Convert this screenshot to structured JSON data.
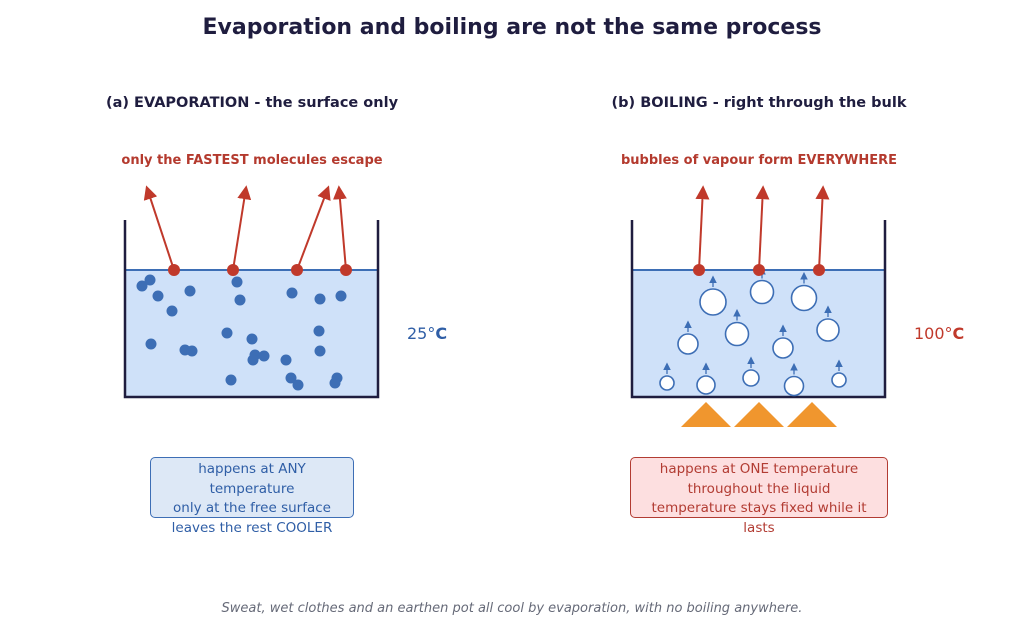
{
  "title": "Evaporation and boiling are not the same process",
  "evaporation": {
    "heading": "(a) EVAPORATION - the surface only",
    "subtitle": "only the FASTEST molecules escape",
    "temperature": {
      "value": "25°",
      "unit": "C",
      "color": "#2f5ea6"
    },
    "notes": [
      "happens at ANY temperature",
      "only at the free surface",
      "leaves the rest COOLER"
    ]
  },
  "boiling": {
    "heading": "(b) BOILING - right through the bulk",
    "subtitle": "bubbles of vapour form EVERYWHERE",
    "temperature": {
      "value": "100°",
      "unit": "C",
      "color": "#c0392b"
    },
    "notes": [
      "happens at ONE temperature",
      "throughout the liquid",
      "temperature stays fixed while it lasts"
    ]
  },
  "footer": "Sweat, wet clothes and an earthen pot all cool by evaporation, with no boiling anywhere.",
  "colors": {
    "liquid": "#cfe1f9",
    "molecule": "#3d6eb5",
    "escape": "#c0392b",
    "flame": "#f0962e",
    "container": "#1f1d3f"
  }
}
